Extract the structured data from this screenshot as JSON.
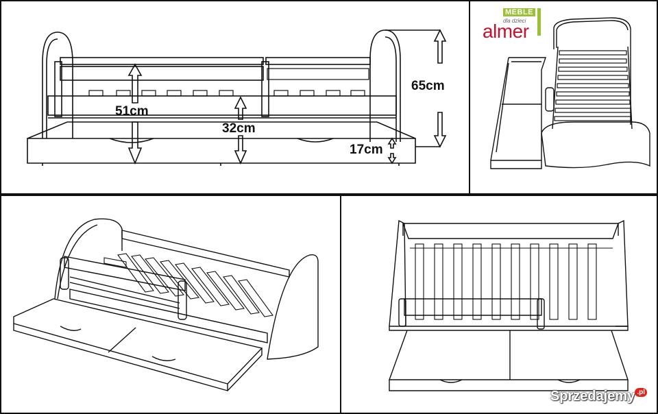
{
  "panels": {
    "dimensions": {
      "height_total": "65cm",
      "height_rail": "51cm",
      "height_mattress": "32cm",
      "height_drawer": "17cm"
    }
  },
  "logo": {
    "top_text": "MEBLE",
    "sub_text": "dla dzieci",
    "brand_text": "almer"
  },
  "watermark": {
    "text": "Sprzedajemy",
    "suffix": ".pl"
  },
  "colors": {
    "line": "#111111",
    "logo_green": "#9ac234",
    "logo_red": "#c8102e"
  }
}
